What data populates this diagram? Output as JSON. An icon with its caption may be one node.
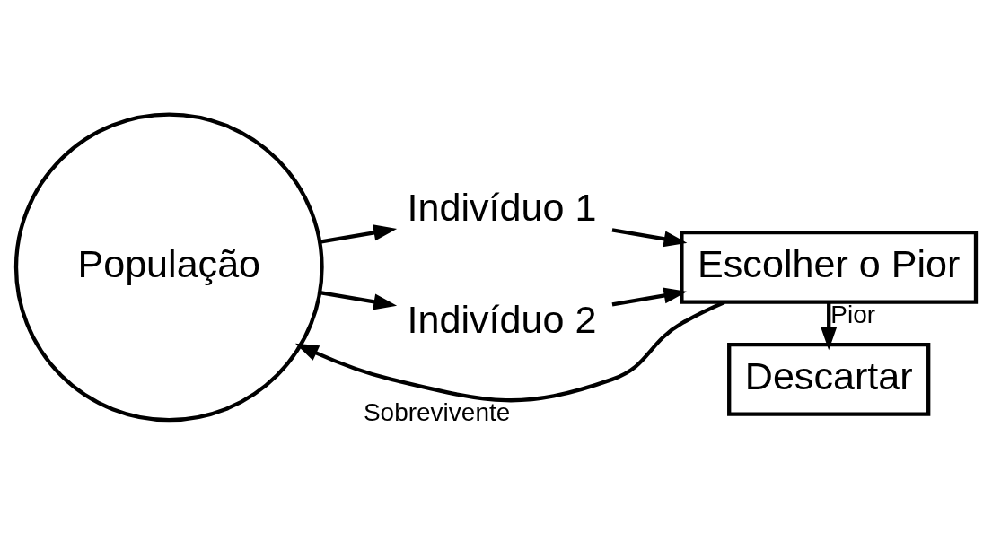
{
  "diagram": {
    "nodes": [
      {
        "text": [
          "População"
        ]
      },
      {
        "text": [
          "Indivíduo 1"
        ]
      },
      {
        "text": [
          "Indivíduo 2"
        ]
      },
      {
        "text": [
          "Escolher o Pior"
        ]
      },
      {
        "text": [
          "Descartar"
        ]
      }
    ],
    "edges": [
      {
        "from": 0,
        "to": 1,
        "arrow": "to"
      },
      {
        "from": 0,
        "to": 2,
        "arrow": "to"
      },
      {
        "from": 1,
        "to": 3,
        "arrow": "to"
      },
      {
        "from": 2,
        "to": 3,
        "arrow": "to"
      },
      {
        "from": 3,
        "to": 4,
        "arrow": "to",
        "label": "Pior"
      },
      {
        "from": 3,
        "to": 0,
        "arrow": "to",
        "label": "Sobrevivente"
      }
    ]
  }
}
